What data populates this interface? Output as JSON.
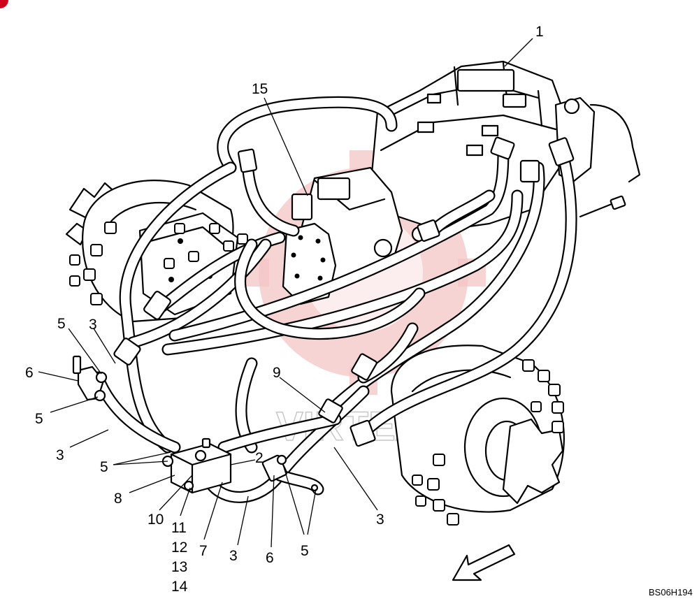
{
  "diagram": {
    "callouts": [
      {
        "id": "c1",
        "text": "1"
      },
      {
        "id": "c15",
        "text": "15"
      },
      {
        "id": "c5a",
        "text": "5"
      },
      {
        "id": "c3a",
        "text": "3"
      },
      {
        "id": "c6a",
        "text": "6"
      },
      {
        "id": "c5b",
        "text": "5"
      },
      {
        "id": "c3b",
        "text": "3"
      },
      {
        "id": "c9",
        "text": "9"
      },
      {
        "id": "c5c",
        "text": "5"
      },
      {
        "id": "c2",
        "text": "2"
      },
      {
        "id": "c8",
        "text": "8"
      },
      {
        "id": "c10",
        "text": "10"
      },
      {
        "id": "c11",
        "text": "11"
      },
      {
        "id": "c12",
        "text": "12"
      },
      {
        "id": "c13",
        "text": "13"
      },
      {
        "id": "c14",
        "text": "14"
      },
      {
        "id": "c7",
        "text": "7"
      },
      {
        "id": "c3c",
        "text": "3"
      },
      {
        "id": "c6b",
        "text": "6"
      },
      {
        "id": "c5d",
        "text": "5"
      },
      {
        "id": "c3d",
        "text": "3"
      }
    ],
    "drawing_code": "BS06H194",
    "watermark": "VIRTEX",
    "colors": {
      "line": "#000000",
      "watermark": "#f4c6c6",
      "corner_mark": "#d0021b"
    }
  }
}
